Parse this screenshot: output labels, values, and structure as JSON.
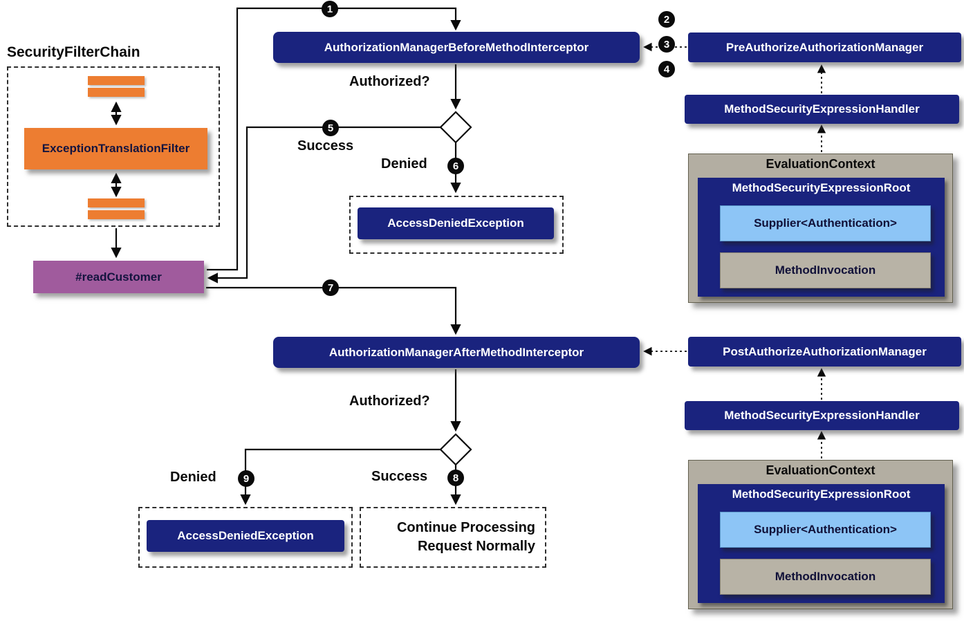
{
  "colors": {
    "navy": "#1a237e",
    "orange": "#ed7d31",
    "purple": "#a05b9d",
    "light_blue": "#8dc5f6",
    "gray": "#b3aea2",
    "gray_box": "#b8b3a6",
    "badge": "#0a0a0a"
  },
  "left_panel": {
    "title": "SecurityFilterChain",
    "filter": "ExceptionTranslationFilter",
    "method": "#readCustomer"
  },
  "flow": {
    "before_interceptor": "AuthorizationManagerBeforeMethodInterceptor",
    "after_interceptor": "AuthorizationManagerAfterMethodInterceptor",
    "authorized_label": "Authorized?",
    "success_label": "Success",
    "denied_label": "Denied",
    "access_denied": "AccessDeniedException",
    "continue_line1": "Continue Processing",
    "continue_line2": "Request Normally"
  },
  "pre": {
    "manager": "PreAuthorizeAuthorizationManager",
    "handler": "MethodSecurityExpressionHandler",
    "context": "EvaluationContext",
    "root": "MethodSecurityExpressionRoot",
    "supplier": "Supplier<Authentication>",
    "invocation": "MethodInvocation"
  },
  "post": {
    "manager": "PostAuthorizeAuthorizationManager",
    "handler": "MethodSecurityExpressionHandler",
    "context": "EvaluationContext",
    "root": "MethodSecurityExpressionRoot",
    "supplier": "Supplier<Authentication>",
    "invocation": "MethodInvocation"
  },
  "badges": [
    "1",
    "2",
    "3",
    "4",
    "5",
    "6",
    "7",
    "8",
    "9"
  ]
}
